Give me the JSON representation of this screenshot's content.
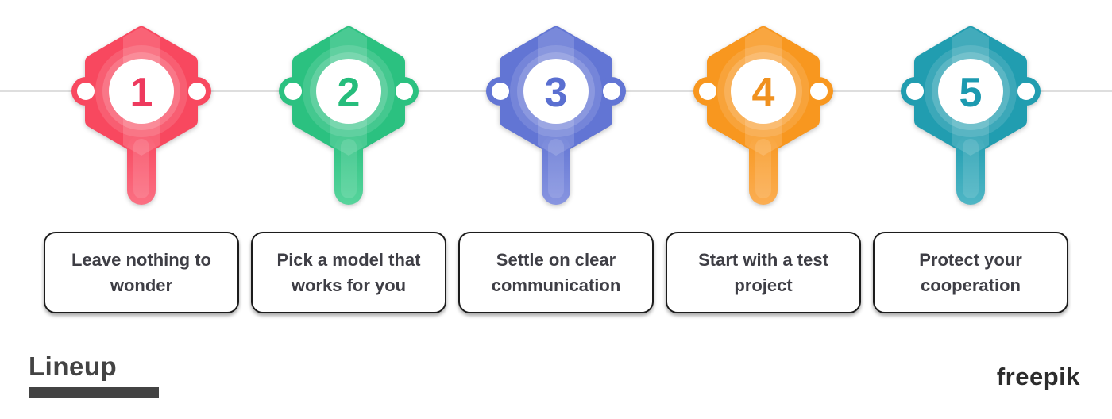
{
  "background_color": "#ffffff",
  "timeline": {
    "line_color": "#dedede",
    "steps": [
      {
        "number": "1",
        "label": "Leave nothing to wonder",
        "color": "#f8485f",
        "number_color": "#ee3a5e",
        "stem_light": "#fb7083"
      },
      {
        "number": "2",
        "label": "Pick a model that works for you",
        "color": "#2bc180",
        "number_color": "#26bd7c",
        "stem_light": "#57d49c"
      },
      {
        "number": "3",
        "label": "Settle on clear communication",
        "color": "#6275d4",
        "number_color": "#5a6fd1",
        "stem_light": "#8895e0"
      },
      {
        "number": "4",
        "label": "Start with a test project",
        "color": "#f8971f",
        "number_color": "#f0911f",
        "stem_light": "#fbae53"
      },
      {
        "number": "5",
        "label": "Protect your cooperation",
        "color": "#219db0",
        "number_color": "#1c9ab0",
        "stem_light": "#4fb6c5"
      }
    ]
  },
  "footer": {
    "brand_left": "Lineup",
    "brand_right": "freepik"
  }
}
